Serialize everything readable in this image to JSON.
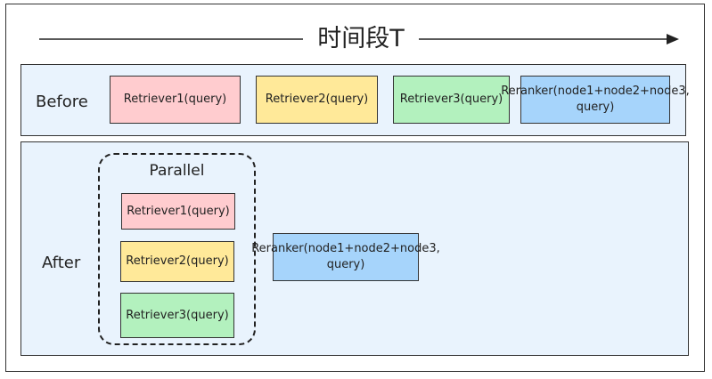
{
  "timeline": {
    "label": "时间段T"
  },
  "before": {
    "label": "Before",
    "steps": [
      {
        "text": "Retriever1(query)",
        "color": "#ffcccf"
      },
      {
        "text": "Retriever2(query)",
        "color": "#ffe999"
      },
      {
        "text": "Retriever3(query)",
        "color": "#b3f1be"
      },
      {
        "text": "Reranker(node1+node2+node3, query)",
        "color": "#a6d4fb"
      }
    ]
  },
  "after": {
    "label": "After",
    "parallel_label": "Parallel",
    "parallel_steps": [
      {
        "text": "Retriever1(query)",
        "color": "#ffcccf"
      },
      {
        "text": "Retriever2(query)",
        "color": "#ffe999"
      },
      {
        "text": "Retriever3(query)",
        "color": "#b3f1be"
      }
    ],
    "reranker": {
      "text": "Reranker(node1+node2+node3, query)",
      "color": "#a6d4fb"
    }
  }
}
